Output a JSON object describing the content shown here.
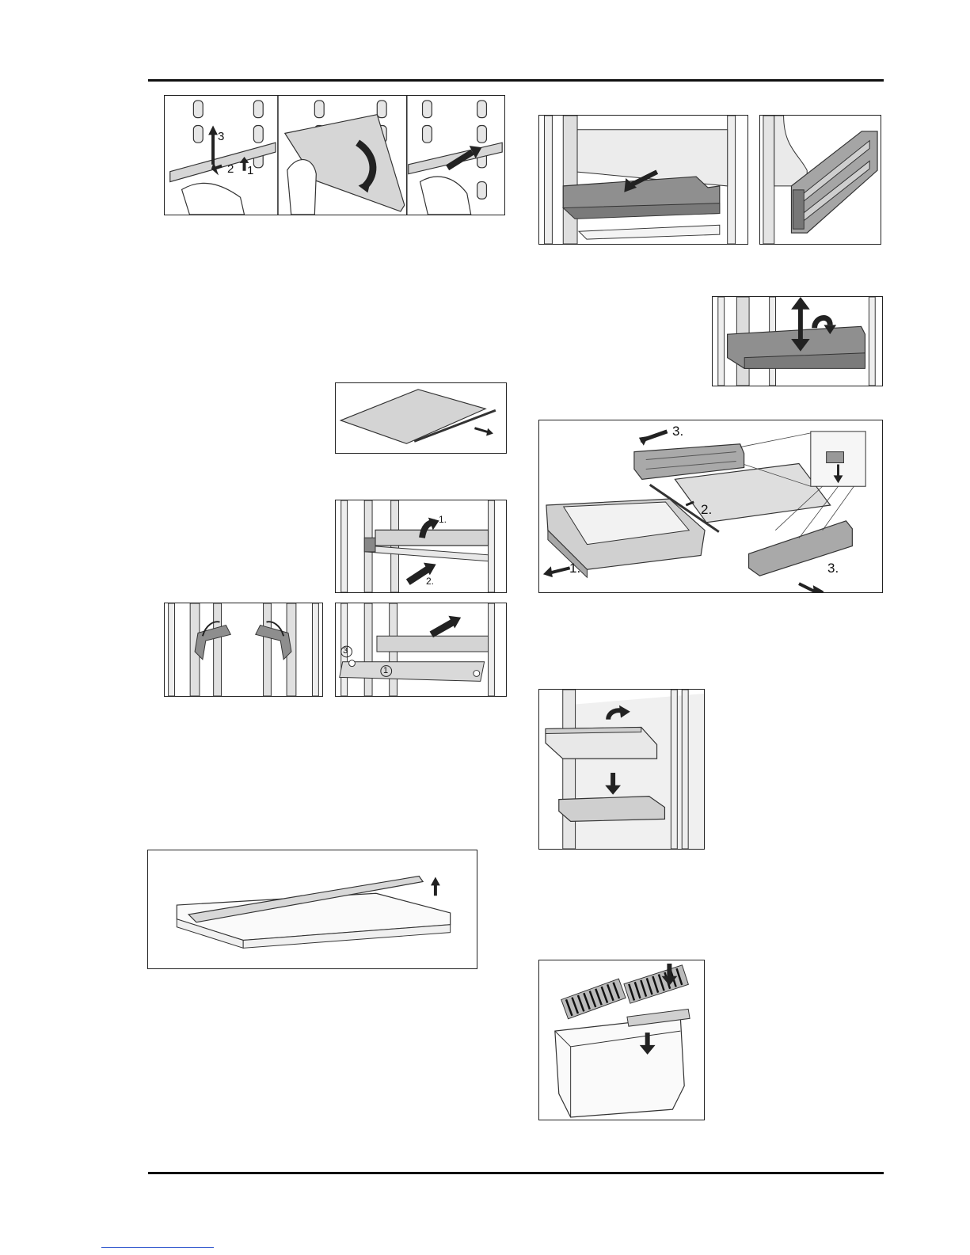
{
  "figures": {
    "shelf_steps": {
      "labels": [
        "3",
        "2",
        "1"
      ]
    },
    "support_rail": {
      "labels": [
        "1.",
        "2."
      ]
    },
    "glass_holes": {
      "labels": [
        "3",
        "1"
      ]
    },
    "drawer_exploded": {
      "labels": [
        "3.",
        "2.",
        "1.",
        "3."
      ]
    }
  },
  "colors": {
    "line": "#222222",
    "panel": "#d9d9d9",
    "dark": "#8a8a8a"
  }
}
